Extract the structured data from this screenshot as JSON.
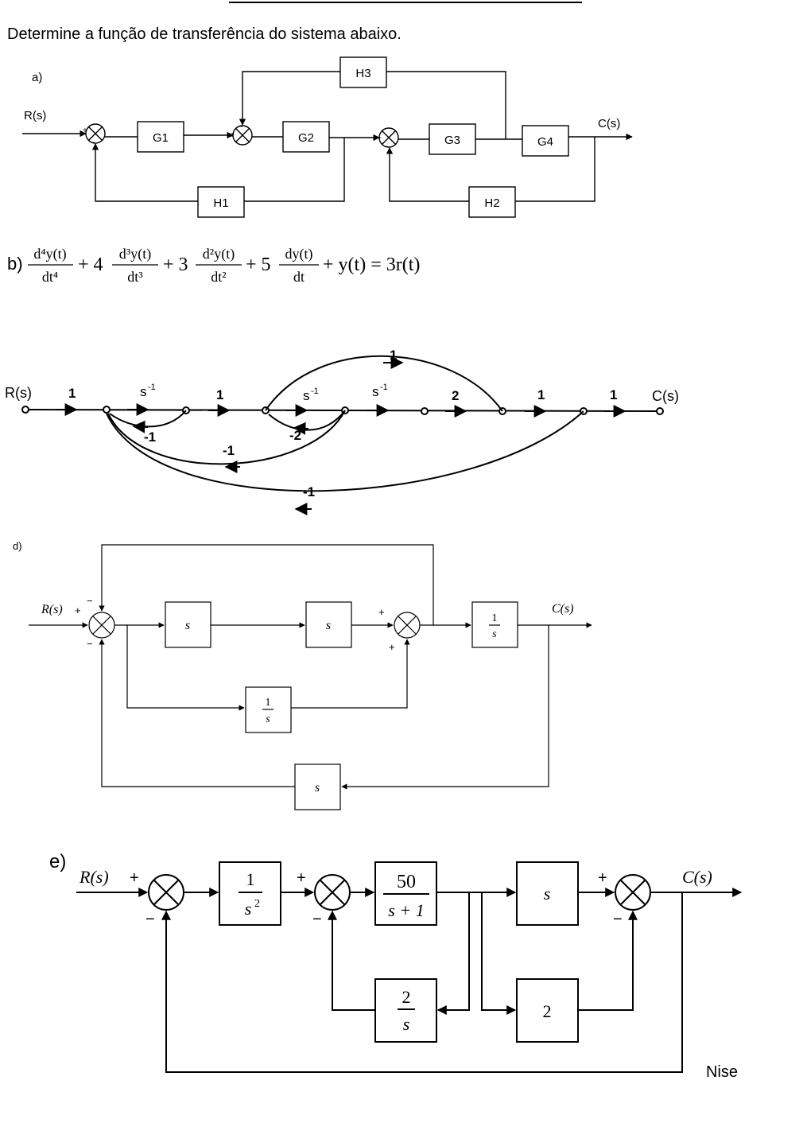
{
  "header": {
    "instruction": "Determine a função de transferência do sistema abaixo."
  },
  "part_a": {
    "label": "a)",
    "input": "R(s)",
    "output": "C(s)",
    "blocks": {
      "g1": "G1",
      "g2": "G2",
      "g3": "G3",
      "g4": "G4",
      "h1": "H1",
      "h2": "H2",
      "h3": "H3"
    },
    "signs": {
      "plus": "+",
      "minus": "-"
    }
  },
  "part_b": {
    "label": "b)",
    "d4_num": "d⁴y(t)",
    "d4_den": "dt⁴",
    "c4": "+ 4",
    "d3_num": "d³y(t)",
    "d3_den": "dt³",
    "c3": "+ 3",
    "d2_num": "d²y(t)",
    "d2_den": "dt²",
    "c2": "+ 5",
    "d1_num": "dy(t)",
    "d1_den": "dt",
    "rhs": "+ y(t) = 3r(t)"
  },
  "part_c": {
    "input": "R(s)",
    "output": "C(s)",
    "gains": {
      "g_in": "1",
      "g_s1": "s",
      "g_s1_exp": "-1",
      "g_mid": "1",
      "g_s2": "s",
      "g_s2_exp": "-1",
      "g_s3": "s",
      "g_s3_exp": "-1",
      "g_two": "2",
      "g_top": "1",
      "g_out1": "1",
      "g_out2": "1",
      "fb_m1a": "-1",
      "fb_m2": "-2",
      "fb_m1b": "-1",
      "fb_m1c": "-1"
    }
  },
  "part_d": {
    "label": "d)",
    "input": "R(s)",
    "output": "C(s)",
    "blocks": {
      "s_a": "s",
      "s_b": "s",
      "s_fb": "s",
      "inv_num": "1",
      "inv_den": "s",
      "inv2_num": "1",
      "inv2_den": "s"
    },
    "signs": {
      "plus": "+",
      "minus": "−"
    }
  },
  "part_e": {
    "label": "e)",
    "input": "R(s)",
    "output": "C(s)",
    "blocks": {
      "b1_num": "1",
      "b1_den": "s",
      "b1_exp": "2",
      "b2_num": "50",
      "b2_den": "s + 1",
      "b3": "s",
      "b4_num": "2",
      "b4_den": "s",
      "b5": "2"
    },
    "signs": {
      "plus": "+",
      "minus": "−"
    },
    "source": "Nise"
  }
}
